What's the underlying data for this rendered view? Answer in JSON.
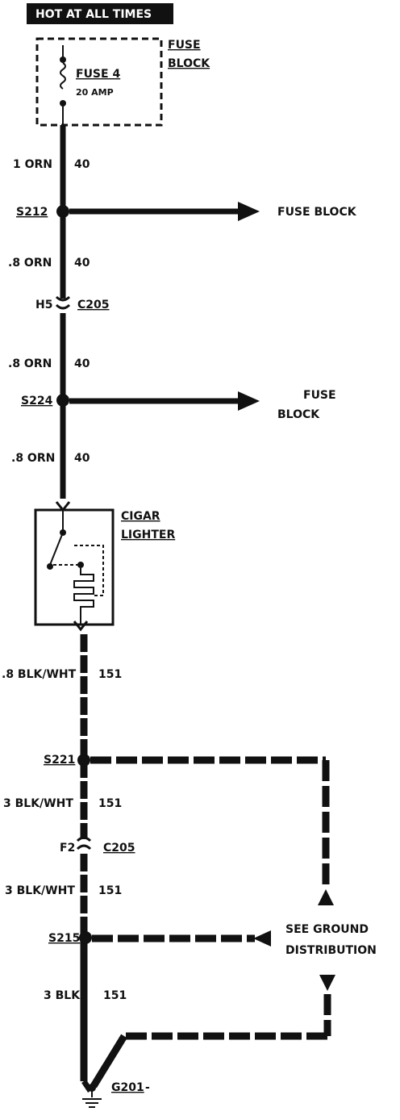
{
  "header": {
    "title": "HOT AT ALL TIMES"
  },
  "fuse_block": {
    "label_line1": "FUSE",
    "label_line2": "BLOCK",
    "fuse_name": "FUSE 4",
    "fuse_rating": "20 AMP"
  },
  "wires": {
    "w1": {
      "gauge_color": "1 ORN",
      "circuit": "40"
    },
    "w2": {
      "gauge_color": ".8 ORN",
      "circuit": "40"
    },
    "w3": {
      "gauge_color": ".8 ORN",
      "circuit": "40"
    },
    "w4": {
      "gauge_color": ".8 ORN",
      "circuit": "40"
    },
    "w5": {
      "gauge_color": ".8 BLK/WHT",
      "circuit": "151"
    },
    "w6": {
      "gauge_color": "3 BLK/WHT",
      "circuit": "151"
    },
    "w7": {
      "gauge_color": "3 BLK/WHT",
      "circuit": "151"
    },
    "w8": {
      "gauge_color": "3 BLK",
      "circuit": "151"
    }
  },
  "splices": {
    "s212": "S212",
    "s224": "S224",
    "s221": "S221",
    "s215": "S215"
  },
  "connectors": {
    "c205_upper": {
      "pin": "H5",
      "name": "C205"
    },
    "c205_lower": {
      "pin": "F2",
      "name": "C205"
    }
  },
  "destinations": {
    "s212_dest": "FUSE BLOCK",
    "s224_dest_line1": "FUSE",
    "s224_dest_line2": "BLOCK"
  },
  "component": {
    "line1": "CIGAR",
    "line2": "LIGHTER"
  },
  "ground": {
    "see_line1": "SEE GROUND",
    "see_line2": "DISTRIBUTION",
    "ground_name": "G201",
    "ground_suffix": "-"
  }
}
